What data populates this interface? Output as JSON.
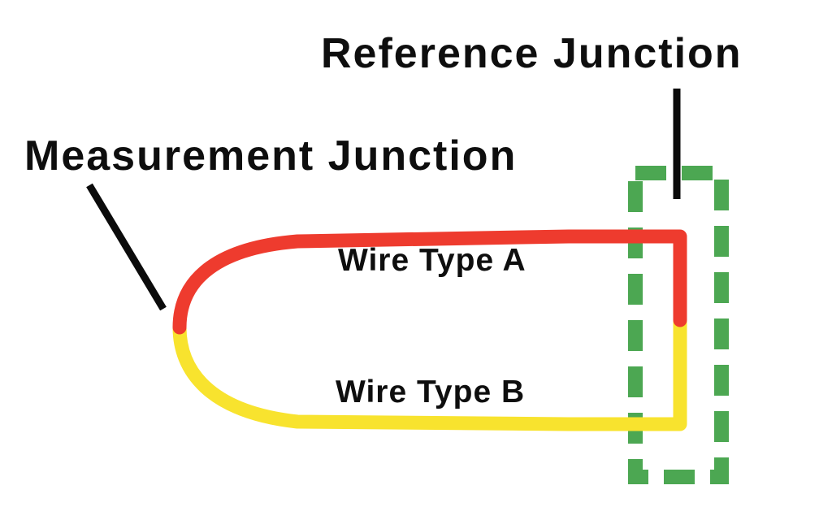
{
  "diagram": {
    "type": "thermocouple-schematic",
    "labels": {
      "measurement_junction": "Measurement Junction",
      "reference_junction": "Reference Junction",
      "wire_type_a": "Wire Type A",
      "wire_type_b": "Wire Type B"
    },
    "junctions": [
      {
        "name": "Measurement Junction",
        "position": "left",
        "at_wire_colors": [
          "red",
          "yellow"
        ]
      },
      {
        "name": "Reference Junction",
        "position": "right",
        "enclosure": "green-dashed-box"
      }
    ],
    "wires": [
      {
        "label": "Wire Type A",
        "color_name": "red"
      },
      {
        "label": "Wire Type B",
        "color_name": "yellow"
      }
    ]
  },
  "colors": {
    "wire_type_a": "#ee3b2e",
    "wire_type_b": "#f8e32e",
    "junction_box": "#4ca752",
    "pointer_line": "#0b0b0b",
    "label_text": "#0e0e0e",
    "background": "#ffffff"
  }
}
